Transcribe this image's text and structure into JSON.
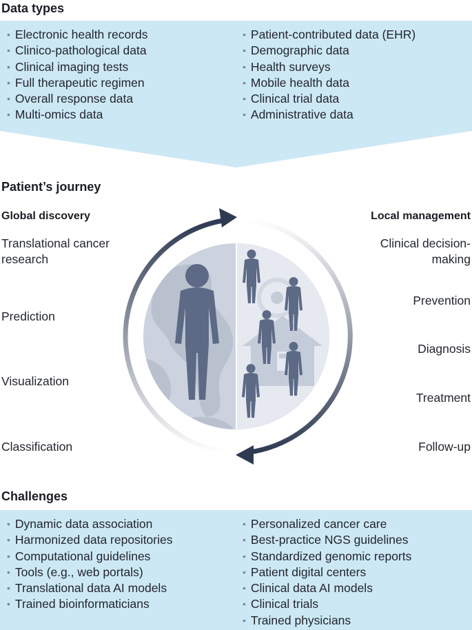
{
  "data_types": {
    "title": "Data types",
    "left_items": [
      "Electronic health records",
      "Clinico-pathological data",
      "Clinical imaging tests",
      "Full therapeutic regimen",
      "Overall response data",
      "Multi-omics data"
    ],
    "right_items": [
      "Patient-contributed data (EHR)",
      "Demographic data",
      "Health surveys",
      "Mobile health data",
      "Clinical trial data",
      "Administrative data"
    ]
  },
  "journey": {
    "title": "Patient’s journey",
    "global_title": "Global discovery",
    "local_title": "Local management",
    "global_items": [
      "Translational cancer research",
      "Prediction",
      "Visualization",
      "Classification"
    ],
    "local_items": [
      "Clinical decision-making",
      "Prevention",
      "Diagnosis",
      "Treatment",
      "Follow-up"
    ]
  },
  "challenges": {
    "title": "Challenges",
    "left_items": [
      "Dynamic data association",
      "Harmonized data repositories",
      "Computational guidelines",
      "Tools (e.g., web portals)",
      "Translational data AI models",
      "Trained bioinformaticians"
    ],
    "right_items": [
      "Personalized cancer care",
      "Best-practice NGS guidelines",
      "Standardized genomic reports",
      "Patient digital centers",
      "Clinical data AI models",
      "Clinical trials",
      "Trained physicians"
    ]
  },
  "colors": {
    "box_fill": "#cde8f5",
    "arrow_dark": "#2e3a52",
    "globe_fill": "#ccd3df",
    "figure_fill": "#5d6a86"
  },
  "icons": [
    "human-figure-icon",
    "house-icon",
    "magnifier-icon"
  ]
}
